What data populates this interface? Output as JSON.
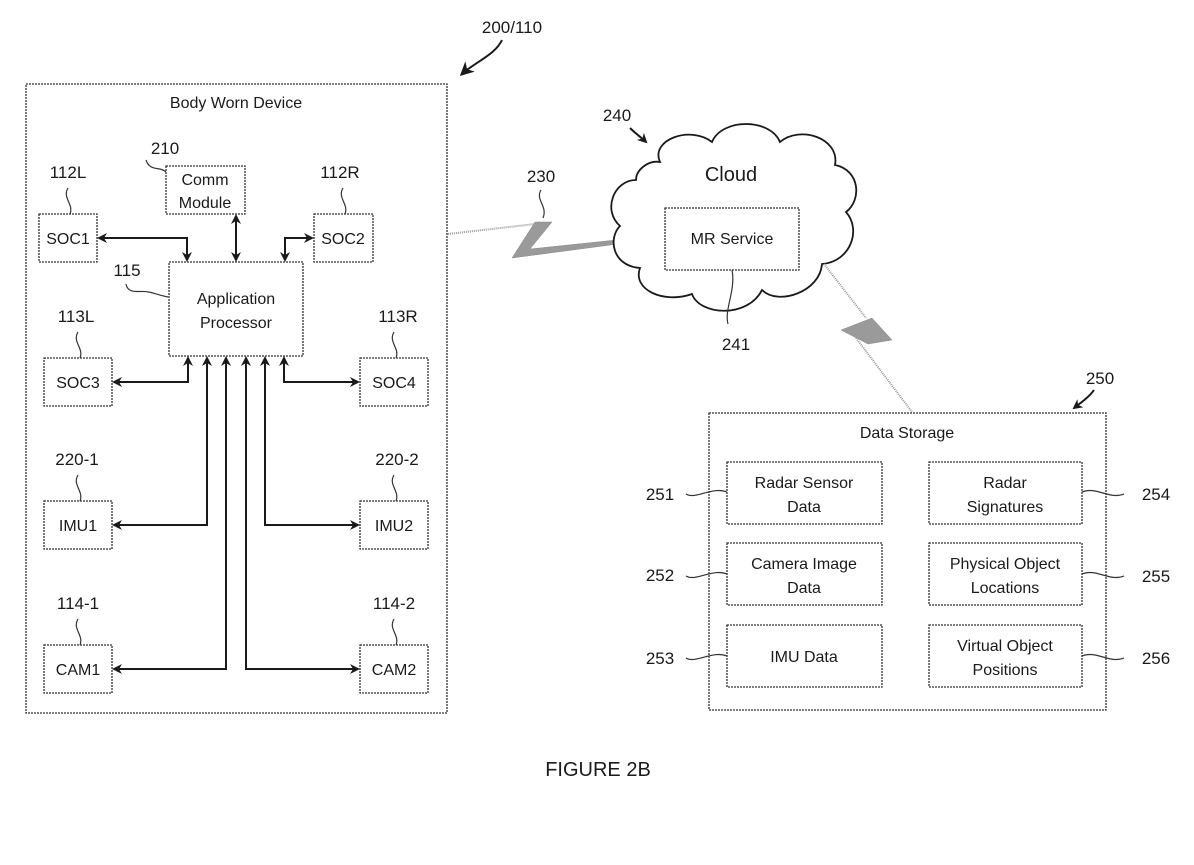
{
  "figure": {
    "caption": "FIGURE 2B",
    "ref_main": "200/110"
  },
  "device": {
    "title": "Body Worn Device",
    "comm": {
      "ref": "210",
      "line1": "Comm",
      "line2": "Module"
    },
    "ap": {
      "ref": "115",
      "line1": "Application",
      "line2": "Processor"
    },
    "soc1": {
      "ref": "112L",
      "label": "SOC1"
    },
    "soc2": {
      "ref": "112R",
      "label": "SOC2"
    },
    "soc3": {
      "ref": "113L",
      "label": "SOC3"
    },
    "soc4": {
      "ref": "113R",
      "label": "SOC4"
    },
    "imu1": {
      "ref": "220-1",
      "label": "IMU1"
    },
    "imu2": {
      "ref": "220-2",
      "label": "IMU2"
    },
    "cam1": {
      "ref": "114-1",
      "label": "CAM1"
    },
    "cam2": {
      "ref": "114-2",
      "label": "CAM2"
    }
  },
  "link": {
    "ref": "230"
  },
  "cloud": {
    "ref": "240",
    "title": "Cloud",
    "service": "MR Service",
    "service_ref": "241"
  },
  "storage": {
    "ref": "250",
    "title": "Data Storage",
    "items": [
      {
        "ref": "251",
        "line1": "Radar Sensor",
        "line2": "Data"
      },
      {
        "ref": "252",
        "line1": "Camera Image",
        "line2": "Data"
      },
      {
        "ref": "253",
        "line1": "IMU Data",
        "line2": ""
      },
      {
        "ref": "254",
        "line1": "Radar",
        "line2": "Signatures"
      },
      {
        "ref": "255",
        "line1": "Physical Object",
        "line2": "Locations"
      },
      {
        "ref": "256",
        "line1": "Virtual Object",
        "line2": "Positions"
      }
    ]
  }
}
